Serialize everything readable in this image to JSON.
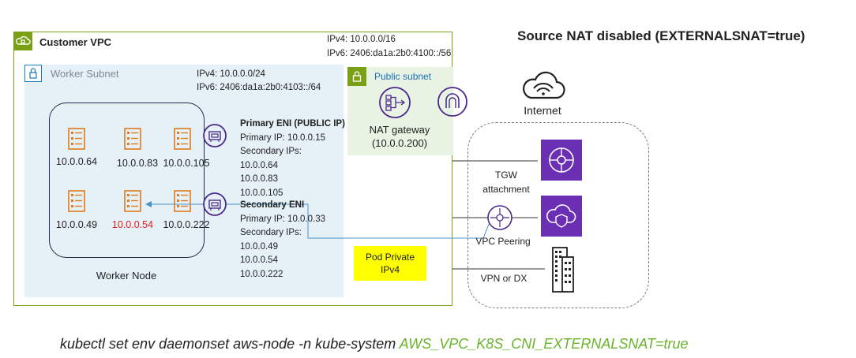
{
  "title": "Source NAT disabled (EXTERNALSNAT=true)",
  "vpc": {
    "label": "Customer VPC",
    "ipv4": "IPv4: 10.0.0.0/16",
    "ipv6": "IPv6: 2406:da1a:2b0:4100::/56"
  },
  "worker_subnet": {
    "label": "Worker Subnet",
    "ipv4": "IPv4: 10.0.0.0/24",
    "ipv6": "IPv6: 2406:da1a:2b0:4103::/64"
  },
  "worker_node": {
    "label": "Worker Node"
  },
  "pods": [
    {
      "ip": "10.0.0.64",
      "color": "#222222"
    },
    {
      "ip": "10.0.0.83",
      "color": "#222222"
    },
    {
      "ip": "10.0.0.105",
      "color": "#222222"
    },
    {
      "ip": "10.0.0.49",
      "color": "#222222"
    },
    {
      "ip": "10.0.0.54",
      "color": "#e02020"
    },
    {
      "ip": "10.0.0.222",
      "color": "#222222"
    }
  ],
  "primary_eni": {
    "title": "Primary ENI (PUBLIC IP)",
    "primary_ip": "Primary IP: 10.0.0.15",
    "secondary_label": "Secondary IPs:",
    "secondary_ips": [
      "10.0.0.64",
      "10.0.0.83",
      "10.0.0.105"
    ]
  },
  "secondary_eni": {
    "title": "Secondary ENI",
    "primary_ip": "Primary IP: 10.0.0.33",
    "secondary_label": "Secondary IPs:",
    "secondary_ips": [
      "10.0.0.49",
      "10.0.0.54",
      "10.0.0.222"
    ]
  },
  "public_subnet": {
    "label": "Public subnet"
  },
  "nat_gateway": {
    "label": "NAT gateway",
    "ip": "(10.0.0.200)"
  },
  "pod_private": {
    "line1": "Pod Private",
    "line2": "IPv4"
  },
  "internet": {
    "label": "Internet"
  },
  "connections": {
    "tgw": {
      "line1": "TGW",
      "line2": "attachment"
    },
    "peering": "VPC Peering",
    "vpn": "VPN or DX"
  },
  "command": {
    "prefix": "kubectl set env daemonset aws-node -n kube-system ",
    "highlight": "AWS_VPC_K8S_CNI_EXTERNALSNAT=true"
  },
  "colors": {
    "vpc_green": "#7aa116",
    "subnet_blue": "#e5f1f7",
    "pod_orange": "#e07b1f",
    "eni_purple": "#4b2a8c",
    "aws_purple": "#6b2fb4",
    "highlight_yellow": "#ffff00",
    "cmd_green": "#6ab42c"
  }
}
